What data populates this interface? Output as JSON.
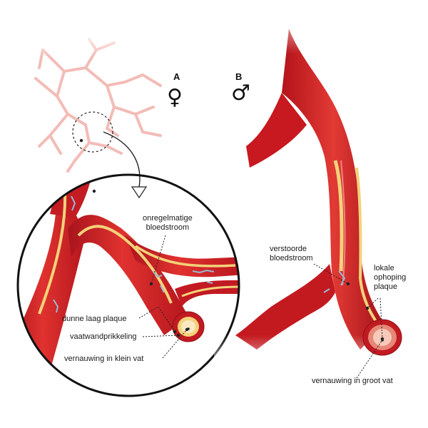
{
  "panel_a": {
    "letter": "A",
    "symbol": "♀",
    "labels": {
      "irregular_flow": [
        "onregelmatige",
        "bloedstroom"
      ],
      "thin_plaque": "dunne laag plaque",
      "wall_irritation": "vaatwandprikkeling",
      "narrowing_small": "vernauwing in klein vat"
    }
  },
  "panel_b": {
    "letter": "B",
    "symbol": "♂",
    "labels": {
      "disturbed_flow": [
        "verstoorde",
        "bloedstroom"
      ],
      "local_plaque": [
        "lokale",
        "ophoping",
        "plaque"
      ],
      "narrowing_large": "vernauwing in groot vat"
    }
  },
  "colors": {
    "vessel_red": "#d8252a",
    "vessel_dark": "#a8141c",
    "plaque_yellow": "#f3d27a",
    "pale_vessels": "#f2b5b0"
  }
}
